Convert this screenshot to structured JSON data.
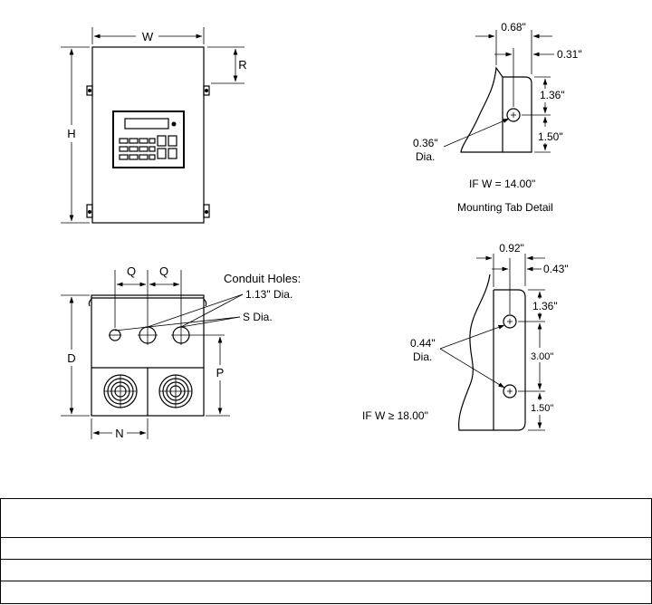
{
  "front_view": {
    "width_label": "W",
    "height_label": "H",
    "tab_offset_label": "R"
  },
  "mounting_tab_14": {
    "dim_outer": "0.68\"",
    "dim_inner": "0.31\"",
    "dim_top": "1.36\"",
    "dim_bottom": "1.50\"",
    "hole_dia_value": "0.36\"",
    "hole_dia_unit": "Dia.",
    "condition": "IF W = 14.00\"",
    "caption": "Mounting Tab Detail"
  },
  "bottom_view": {
    "spacing_label_1": "Q",
    "spacing_label_2": "Q",
    "depth_label": "D",
    "offset_label": "P",
    "center_label": "N",
    "conduit_title": "Conduit Holes:",
    "conduit_large": "1.13\" Dia.",
    "conduit_small": "S Dia."
  },
  "mounting_tab_18": {
    "dim_outer": "0.92\"",
    "dim_inner": "0.43\"",
    "dim_top": "1.36\"",
    "dim_mid": "3.00\"",
    "dim_bottom": "1.50\"",
    "hole_dia_value": "0.44\"",
    "hole_dia_unit": "Dia.",
    "condition": "IF W ≥ 18.00\""
  },
  "spec_table": {
    "rows": [
      "",
      "",
      "",
      ""
    ]
  }
}
